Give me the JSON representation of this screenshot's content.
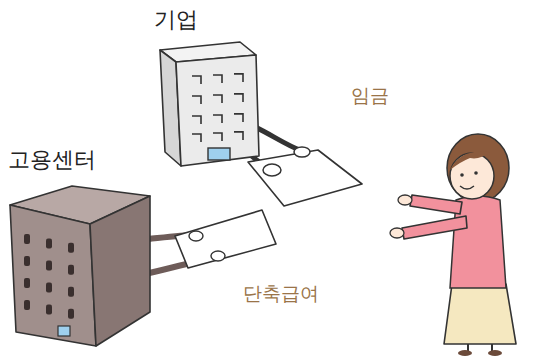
{
  "diagram": {
    "nodes": [
      {
        "text": [
          "기업"
        ]
      },
      {
        "text": [
          "고용센터"
        ]
      }
    ],
    "labels": [
      "임금",
      "단축급여"
    ]
  }
}
